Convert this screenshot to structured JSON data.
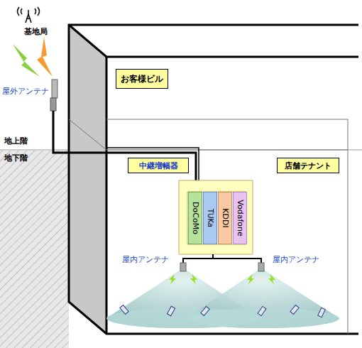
{
  "diagram": {
    "nodes": [
      {
        "text": [
          "お客様ビル"
        ]
      },
      {
        "text": [
          "中継増幅器"
        ]
      },
      {
        "text": [
          "店舗テナント"
        ]
      },
      {
        "text": [
          "DoCoMo"
        ]
      },
      {
        "text": [
          "TUKa"
        ]
      },
      {
        "text": [
          "KDDI"
        ]
      },
      {
        "text": [
          "Vodafone"
        ]
      }
    ],
    "labels": [
      "基地局",
      "屋外アンテナ",
      "地上階",
      "地下階",
      "屋内アンテナ",
      "屋内アンテナ"
    ]
  }
}
